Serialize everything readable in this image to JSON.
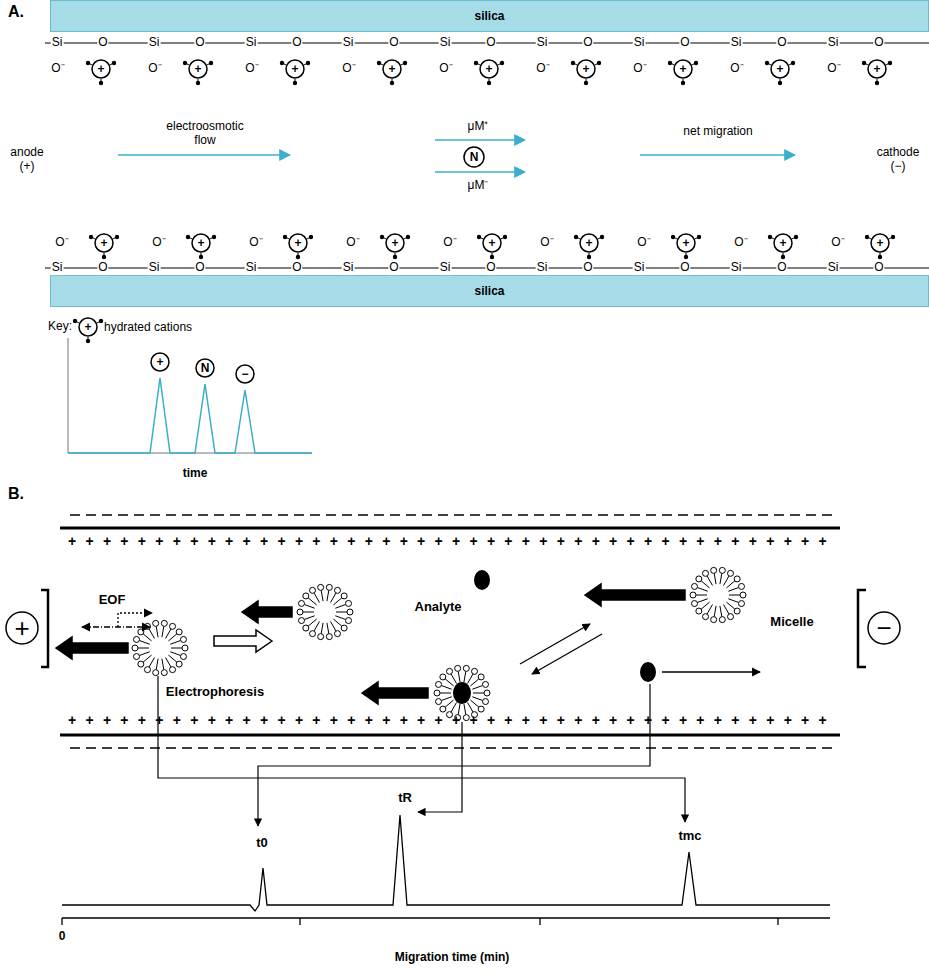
{
  "diagram": {
    "nodes": [
      {
        "text": [
          "silica"
        ]
      },
      {
        "text": [
          "+"
        ]
      },
      {
        "text": [
          "+"
        ]
      },
      {
        "text": [
          "+"
        ]
      },
      {
        "text": [
          "+"
        ]
      },
      {
        "text": [
          "+"
        ]
      },
      {
        "text": [
          "+"
        ]
      },
      {
        "text": [
          "+"
        ]
      },
      {
        "text": [
          "+"
        ]
      },
      {
        "text": [
          "+"
        ]
      },
      {
        "text": [
          "N"
        ]
      },
      {
        "text": [
          "+"
        ]
      },
      {
        "text": [
          "+"
        ]
      },
      {
        "text": [
          "+"
        ]
      },
      {
        "text": [
          "+"
        ]
      },
      {
        "text": [
          "+"
        ]
      },
      {
        "text": [
          "+"
        ]
      },
      {
        "text": [
          "+"
        ]
      },
      {
        "text": [
          "+"
        ]
      },
      {
        "text": [
          "+"
        ]
      },
      {
        "text": [
          "silica"
        ]
      },
      {
        "text": [
          "+"
        ]
      },
      {
        "text": [
          "+"
        ]
      },
      {
        "text": [
          "N"
        ]
      },
      {
        "text": [
          "−"
        ]
      },
      {
        "text": [
          "+"
        ]
      },
      {
        "text": [
          "−"
        ]
      }
    ],
    "labels": [
      "A.",
      "Si",
      "O",
      "Si",
      "O",
      "Si",
      "O",
      "Si",
      "O",
      "Si",
      "O",
      "Si",
      "O",
      "Si",
      "O",
      "Si",
      "O",
      "Si",
      "O",
      "O⁻",
      "O⁻",
      "O⁻",
      "O⁻",
      "O⁻",
      "O⁻",
      "O⁻",
      "O⁻",
      "O⁻",
      "anode (+)",
      "electroosmotic flow",
      "μM⁺",
      "μM⁻",
      "net migration",
      "cathode (−)",
      "O⁻",
      "O⁻",
      "O⁻",
      "O⁻",
      "O⁻",
      "O⁻",
      "O⁻",
      "O⁻",
      "O⁻",
      "Si",
      "O",
      "Si",
      "O",
      "Si",
      "O",
      "Si",
      "O",
      "Si",
      "O",
      "Si",
      "O",
      "Si",
      "O",
      "Si",
      "O",
      "Si",
      "O",
      "Key:",
      "time",
      "B.",
      "++++++++++++++++++++++++++++++++++++++++++++",
      "EOF",
      "Analyte",
      "Micelle",
      "Electrophoresis",
      "++++++++++++++++++++++++++++++++++++++++++++",
      "t0",
      "tR",
      "tmc",
      "0",
      "Migration time (min)"
    ],
    "legend": [
      {
        "text": "hydrated cations"
      }
    ]
  }
}
